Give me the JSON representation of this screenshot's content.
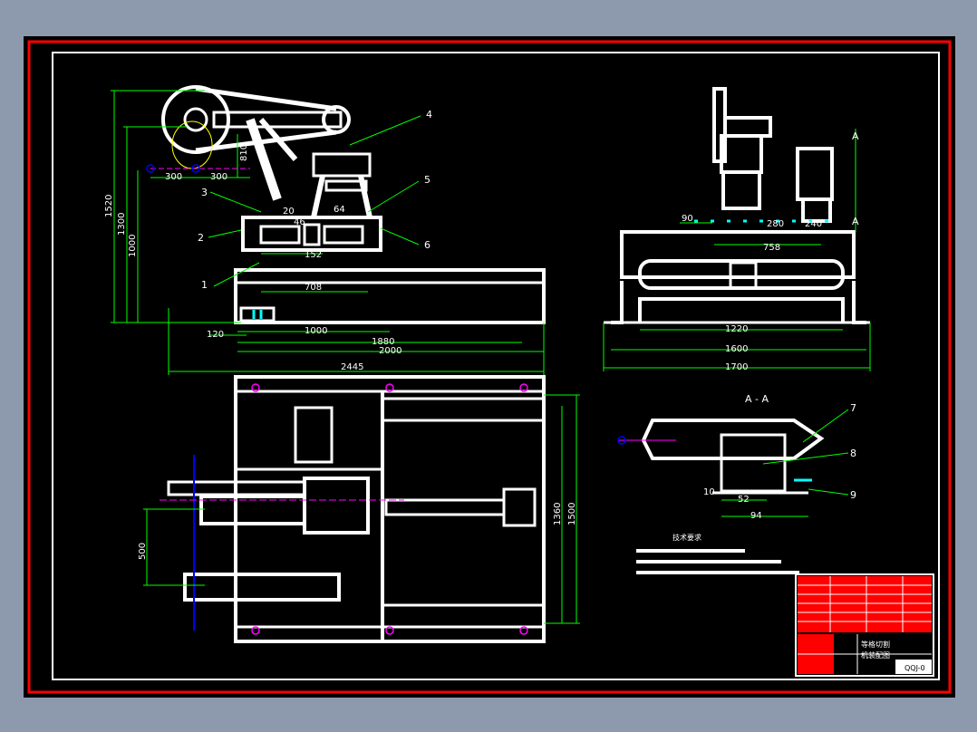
{
  "drawing": {
    "colors": {
      "background": "#8d9aae",
      "canvas": "#000000",
      "outer_border": "#ff0000",
      "inner_border": "#ffffff",
      "part": "#ffffff",
      "dimension": "#00ff00",
      "centerline": "#ff00ff",
      "hatch": "#ff0000"
    },
    "front_view": {
      "dims": {
        "d300a": "300",
        "d300b": "300",
        "d810": "810",
        "d20": "20",
        "d46": "46",
        "d64": "64",
        "d152": "152",
        "d708": "708",
        "d1520": "1520",
        "d1300": "1300",
        "d1000": "1000",
        "d120": "120",
        "d1000b": "1000",
        "d1880": "1880",
        "d2000": "2000",
        "d2445": "2445"
      },
      "balloons": [
        "1",
        "2",
        "3",
        "4",
        "5",
        "6"
      ]
    },
    "side_view": {
      "dims": {
        "d90": "90",
        "d280": "280",
        "d240": "240",
        "d758": "758",
        "d1220": "1220",
        "d1600": "1600",
        "d1700": "1700"
      },
      "section_marks": [
        "A",
        "A"
      ]
    },
    "section_view": {
      "title": "A - A",
      "dims": {
        "d10": "10",
        "d52": "52",
        "d94": "94"
      },
      "balloons": [
        "7",
        "8",
        "9"
      ]
    },
    "top_view": {
      "dims": {
        "d500": "500",
        "d1360": "1360",
        "d1500": "1500"
      }
    },
    "notes": {
      "heading": "技术要求"
    },
    "title_block": {
      "title_line1": "等格切割",
      "title_line2": "机装配图",
      "drawing_no": "QQJ-0"
    }
  }
}
